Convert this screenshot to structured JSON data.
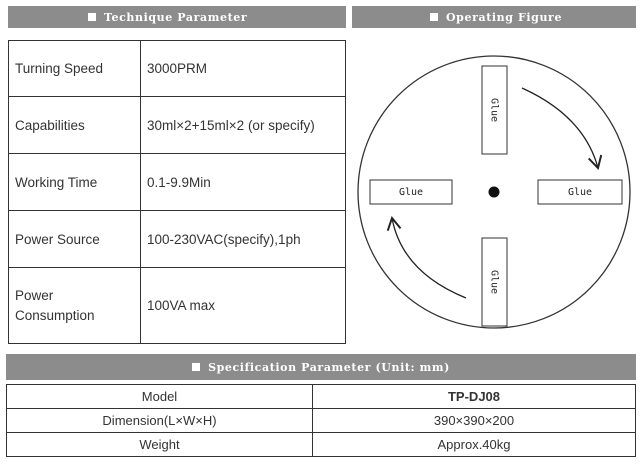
{
  "technique": {
    "title": "Technique Parameter",
    "rows": [
      {
        "label": "Turning Speed",
        "value": "3000PRM"
      },
      {
        "label": "Capabilities",
        "value": "30ml×2+15ml×2 (or specify)"
      },
      {
        "label": "Working Time",
        "value": "0.1-9.9Min"
      },
      {
        "label": "Power Source",
        "value": "100-230VAC(specify),1ph"
      },
      {
        "label": "Power Consumption",
        "value": "100VA max"
      }
    ]
  },
  "operating": {
    "title": "Operating Figure",
    "labels": {
      "top": "Glue",
      "left": "Glue",
      "right": "Glue",
      "bottom": "Glue"
    }
  },
  "specification": {
    "title": "Specification Parameter (Unit: mm)",
    "rows": [
      {
        "label": "Model",
        "value": "TP-DJ08"
      },
      {
        "label": "Dimension(L×W×H)",
        "value": "390×390×200"
      },
      {
        "label": "Weight",
        "value": "Approx.40kg"
      }
    ]
  }
}
